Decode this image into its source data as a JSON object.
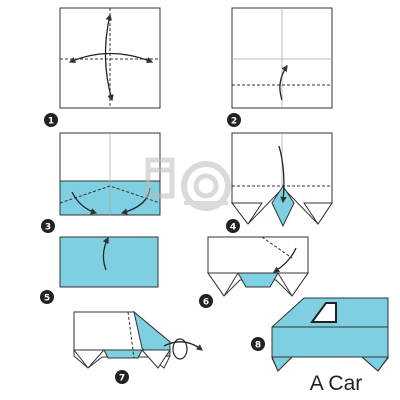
{
  "title": "A Car",
  "steps": [
    {
      "number": "1"
    },
    {
      "number": "2"
    },
    {
      "number": "3"
    },
    {
      "number": "4"
    },
    {
      "number": "5"
    },
    {
      "number": "6"
    },
    {
      "number": "7"
    },
    {
      "number": "8"
    }
  ],
  "watermark": {
    "text": "fotolia",
    "icon": "fotolia-logo-icon"
  },
  "colors": {
    "paper_color": "#7ecfe2",
    "paper_white": "#ffffff",
    "line": "#333333",
    "badge": "#222222"
  }
}
